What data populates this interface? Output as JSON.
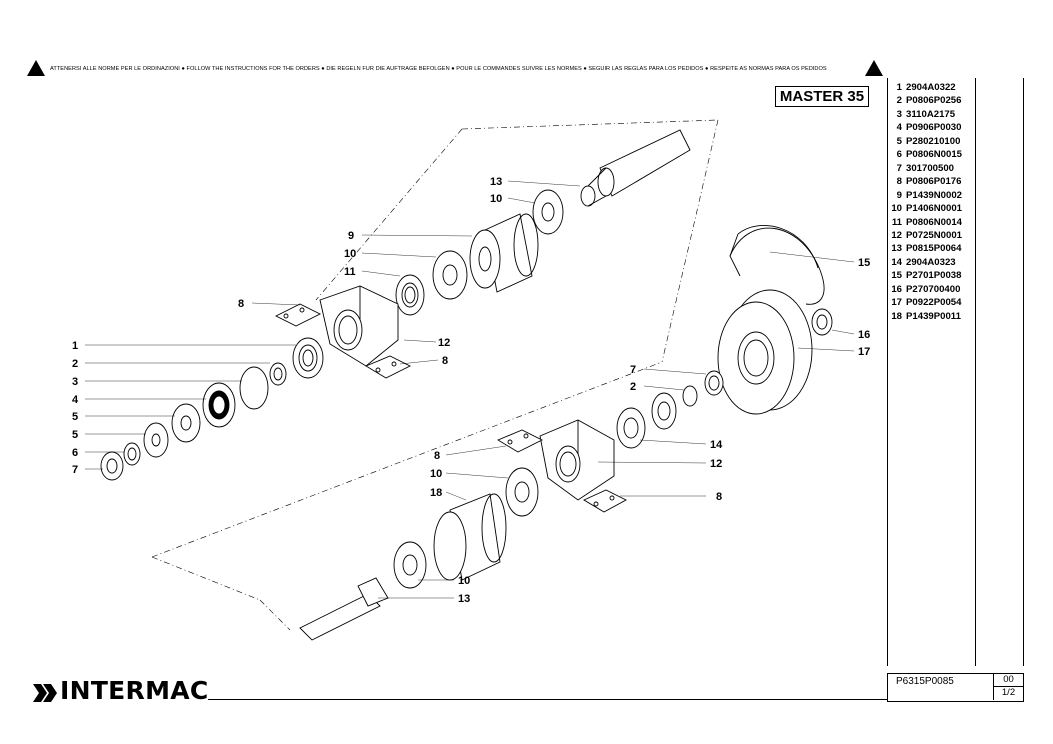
{
  "notice": "ATTENERSI ALLE NORME PER LE ORDINAZIONI ● FOLLOW THE INSTRUCTIONS FOR THE ORDERS ● DIE REGELN FUR DIE AUFTRAGE BEFOLGEN ● POUR LE COMMANDES SUIVRE LES NORMES ● SEGUIR LAS REGLAS PARA LOS PEDIDOS ● RESPEITE AS NORMAS PARA OS PEDIDOS",
  "model": "MASTER 35",
  "brand": "INTERMAC",
  "drawing_code": "P6315P0085",
  "revision": "00",
  "sheet": "1/2",
  "icons": {
    "warning": "warning-triangle-icon",
    "logo": "intermac-logo-icon"
  },
  "parts": [
    {
      "num": "1",
      "code": "2904A0322"
    },
    {
      "num": "2",
      "code": "P0806P0256"
    },
    {
      "num": "3",
      "code": "3110A2175"
    },
    {
      "num": "4",
      "code": "P0906P0030"
    },
    {
      "num": "5",
      "code": "P280210100"
    },
    {
      "num": "6",
      "code": "P0806N0015"
    },
    {
      "num": "7",
      "code": "301700500"
    },
    {
      "num": "8",
      "code": "P0806P0176"
    },
    {
      "num": "9",
      "code": "P1439N0002"
    },
    {
      "num": "10",
      "code": "P1406N0001"
    },
    {
      "num": "11",
      "code": "P0806N0014"
    },
    {
      "num": "12",
      "code": "P0725N0001"
    },
    {
      "num": "13",
      "code": "P0815P0064"
    },
    {
      "num": "14",
      "code": "2904A0323"
    },
    {
      "num": "15",
      "code": "P2701P0038"
    },
    {
      "num": "16",
      "code": "P270700400"
    },
    {
      "num": "17",
      "code": "P0922P0054"
    },
    {
      "num": "18",
      "code": "P1439P0011"
    }
  ],
  "callouts": {
    "c13a": "13",
    "c10a": "10",
    "c9": "9",
    "c10b": "10",
    "c11": "11",
    "c8a": "8",
    "c1": "1",
    "c2a": "2",
    "c3": "3",
    "c4": "4",
    "c5a": "5",
    "c5b": "5",
    "c6": "6",
    "c7a": "7",
    "c12a": "12",
    "c8b": "8",
    "c15": "15",
    "c16": "16",
    "c17": "17",
    "c7b": "7",
    "c2b": "2",
    "c14": "14",
    "c12b": "12",
    "c8c": "8",
    "c8d": "8",
    "c10c": "10",
    "c18": "18",
    "c10d": "10",
    "c13b": "13"
  }
}
